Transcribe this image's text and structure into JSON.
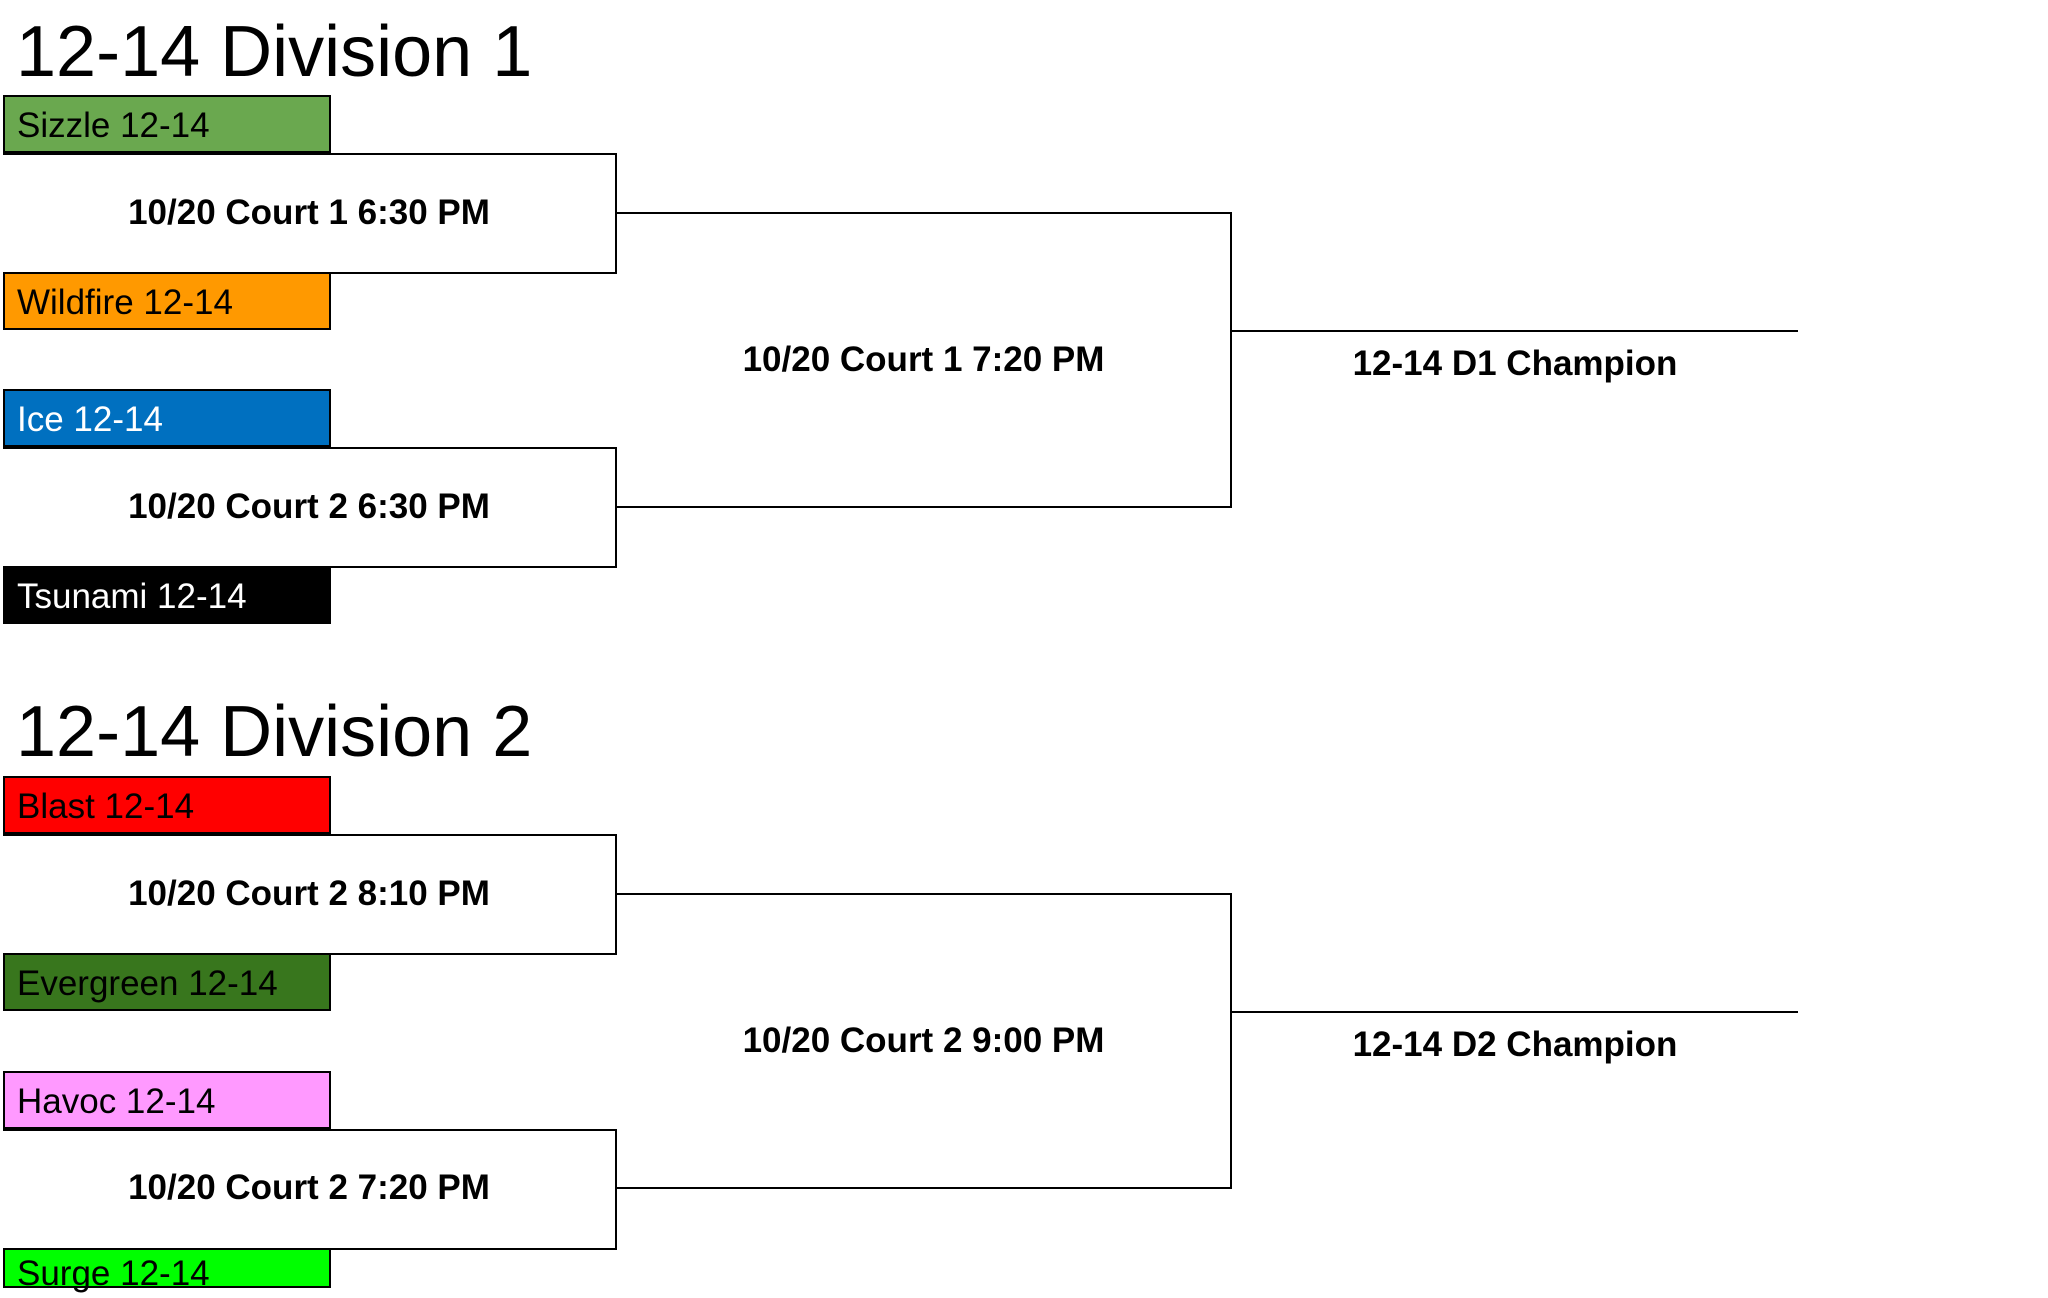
{
  "divisions": [
    {
      "title": "12-14 Division 1",
      "teams": [
        {
          "name": "Sizzle 12-14",
          "bg": "#6aa84f",
          "fg": "#000000"
        },
        {
          "name": "Wildfire 12-14",
          "bg": "#ff9900",
          "fg": "#000000"
        },
        {
          "name": "Ice 12-14",
          "bg": "#0070c0",
          "fg": "#ffffff"
        },
        {
          "name": "Tsunami 12-14",
          "bg": "#000000",
          "fg": "#ffffff"
        }
      ],
      "games": {
        "semi1": "10/20 Court 1 6:30 PM",
        "semi2": "10/20 Court 2 6:30 PM",
        "final": "10/20 Court 1 7:20 PM"
      },
      "champion": "12-14 D1 Champion"
    },
    {
      "title": "12-14 Division 2",
      "teams": [
        {
          "name": "Blast 12-14",
          "bg": "#ff0000",
          "fg": "#000000"
        },
        {
          "name": "Evergreen 12-14",
          "bg": "#38761d",
          "fg": "#000000"
        },
        {
          "name": "Havoc 12-14",
          "bg": "#ff99ff",
          "fg": "#000000"
        },
        {
          "name": "Surge 12-14",
          "bg": "#00ff00",
          "fg": "#000000"
        }
      ],
      "games": {
        "semi1": "10/20 Court 2 8:10 PM",
        "semi2": "10/20 Court 2 7:20 PM",
        "final": "10/20 Court 2 9:00 PM"
      },
      "champion": "12-14 D2 Champion"
    }
  ]
}
